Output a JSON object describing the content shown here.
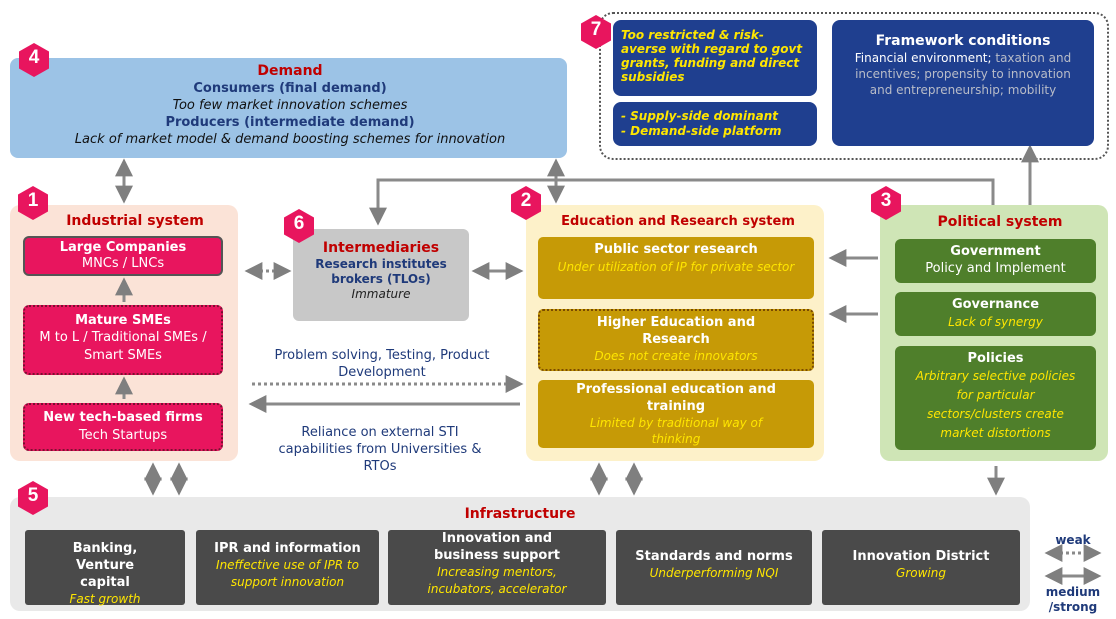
{
  "badges": {
    "demand": "4",
    "industrial": "1",
    "intermediaries": "6",
    "education": "2",
    "political": "3",
    "infrastructure": "5",
    "framework": "7"
  },
  "demand": {
    "title": "Demand",
    "consumers": "Consumers (final demand)",
    "consumers_note": "Too few market innovation schemes",
    "producers": "Producers (intermediate demand)",
    "producers_note": "Lack of market model & demand boosting schemes for innovation"
  },
  "framework": {
    "left_top": "Too restricted & risk-averse with regard to govt grants, funding and direct subsidies",
    "left_bottom_1": "- Supply-side dominant",
    "left_bottom_2": "- Demand-side platform",
    "title": "Framework conditions",
    "body_white": "Financial environment;",
    "body_gray": " taxation and incentives; propensity to innovation and entrepreneurship; mobility"
  },
  "industrial": {
    "title": "Industrial system",
    "large_title": "Large Companies",
    "large_sub": "MNCs / LNCs",
    "mature_title": "Mature SMEs",
    "mature_sub": "M to L / Traditional SMEs / Smart SMEs",
    "newtech_title": "New tech-based firms",
    "newtech_sub": "Tech Startups"
  },
  "intermediaries": {
    "title": "Intermediaries",
    "line1": "Research institutes brokers (TLOs)",
    "line2": "Immature"
  },
  "education": {
    "title": "Education and Research system",
    "public_title": "Public sector research",
    "public_note": "Under utilization of IP for private sector",
    "higher_title": "Higher Education and Research",
    "higher_note": "Does not create innovators",
    "prof_title": "Professional education and training",
    "prof_note": "Limited by traditional way of thinking"
  },
  "political": {
    "title": "Political system",
    "gov_title": "Government",
    "gov_sub": "Policy and Implement",
    "governance_title": "Governance",
    "governance_note": "Lack of synergy",
    "policies_title": "Policies",
    "policies_note": "Arbitrary selective policies for particular sectors/clusters create market distortions"
  },
  "links": {
    "problem": "Problem solving, Testing, Product Development",
    "reliance": "Reliance on external STI capabilities from Universities & RTOs"
  },
  "infrastructure": {
    "title": "Infrastructure",
    "items": [
      {
        "title": "Banking, Venture capital",
        "note": "Fast growth"
      },
      {
        "title": "IPR and information",
        "note": "Ineffective use of IPR to support innovation"
      },
      {
        "title": "Innovation and business support",
        "note": "Increasing mentors, incubators, accelerator"
      },
      {
        "title": "Standards and norms",
        "note": "Underperforming NQI"
      },
      {
        "title": "Innovation District",
        "note": "Growing"
      }
    ]
  },
  "legend": {
    "weak": "weak",
    "strong": "medium /strong"
  },
  "colors": {
    "pink": "#e8155e",
    "gold": "#c69a06",
    "green": "#4f7f2b",
    "navy": "#1f3f8f",
    "demand_bg": "#9cc3e6",
    "industrial_bg": "#fbe3d7",
    "education_bg": "#fdf1c9",
    "political_bg": "#cfe5b6",
    "infra_bg": "#e9e9e9"
  }
}
